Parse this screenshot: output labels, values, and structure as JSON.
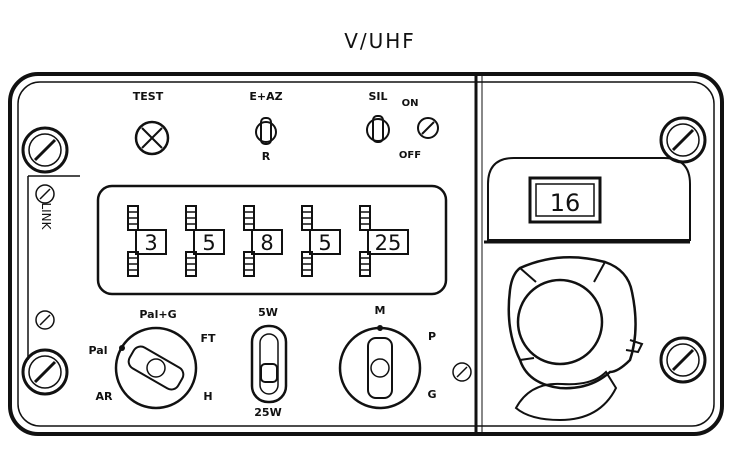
{
  "panel": {
    "title": "V/UHF",
    "test_label": "TEST",
    "top_switch": {
      "top": "E+AZ",
      "bottom": "R"
    },
    "sil_switch": {
      "label": "SIL",
      "on": "ON",
      "off": "OFF"
    },
    "left_side_text": "LINK",
    "frequency_digits": [
      "3",
      "5",
      "8",
      "5",
      "25"
    ],
    "channel": "16",
    "mode_selector": {
      "top": "Pal+G",
      "left": "Pal",
      "right_top": "FT",
      "right_bottom": "H",
      "bottom_left": "AR"
    },
    "power_switch": {
      "top": "5W",
      "bottom": "25W"
    },
    "preset_selector": {
      "top": "M",
      "right_top": "P",
      "right_bottom": "G"
    }
  },
  "colors": {
    "ink": "#111111",
    "panel": "#ffffff",
    "paper": "#ffffff"
  }
}
